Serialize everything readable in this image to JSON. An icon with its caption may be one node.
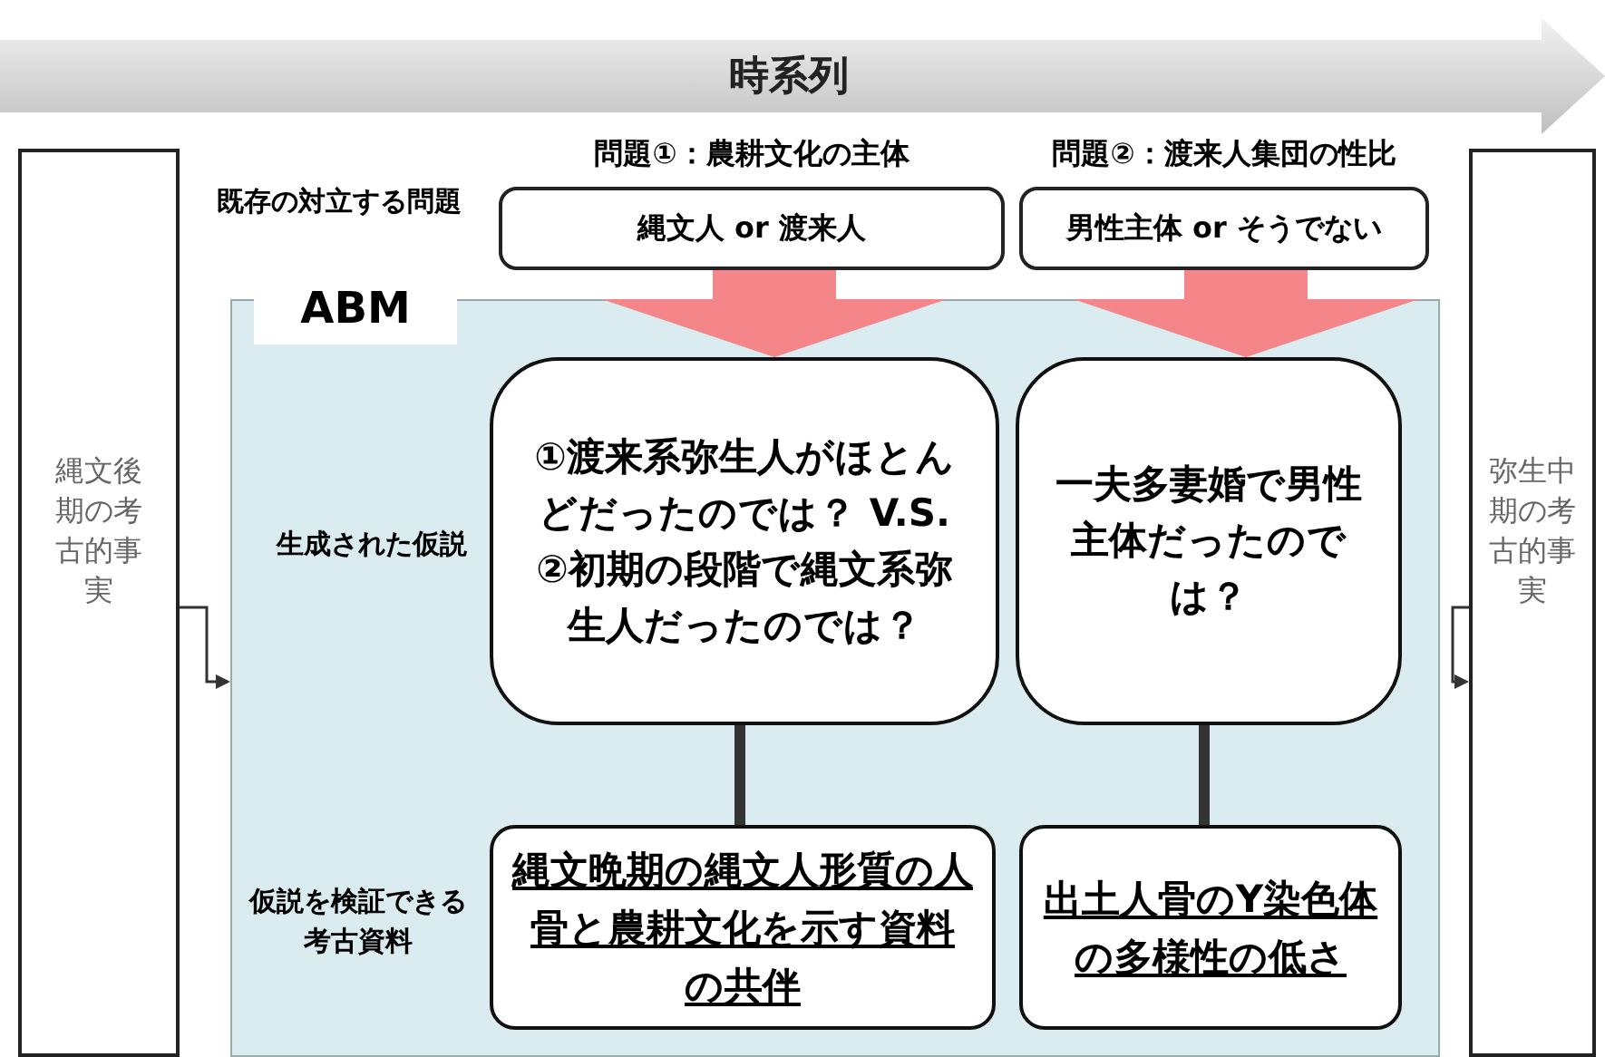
{
  "diagram": {
    "nodes": [
      {
        "text": [
          "時系列"
        ]
      },
      {
        "text": [
          "縄文後期の考古的事実"
        ]
      },
      {
        "text": [
          "弥生中期の考古的事実"
        ]
      },
      {
        "text": [
          "問題①：農耕文化の主体",
          "縄文人 or 渡来人"
        ]
      },
      {
        "text": [
          "問題②：渡来人集団の性比",
          "男性主体 or そうでない"
        ]
      },
      {
        "text": [
          "ABM"
        ]
      },
      {
        "text": [
          "①渡来系弥生人がほとんどだったのでは？ V.S. ②初期の段階で縄文系弥生人だったのでは？"
        ],
        "in": 5
      },
      {
        "text": [
          "一夫多妻婚で男性主体だったのでは？"
        ],
        "in": 5
      },
      {
        "text": [
          "縄文晩期の縄文人形質の人骨と農耕文化を示す資料の共伴"
        ],
        "in": 5
      },
      {
        "text": [
          "出土人骨のY染色体の多様性の低さ"
        ],
        "in": 5
      }
    ],
    "edges": [
      {
        "from": 3,
        "to": 6,
        "arrow": "to",
        "style": "thick",
        "color": "#f4868a"
      },
      {
        "from": 4,
        "to": 7,
        "arrow": "to",
        "style": "thick",
        "color": "#f4868a"
      },
      {
        "from": 6,
        "to": 8,
        "arrow": "none"
      },
      {
        "from": 7,
        "to": 9,
        "arrow": "none"
      },
      {
        "from": 1,
        "to": 5,
        "arrow": "to"
      },
      {
        "from": 2,
        "to": 5,
        "arrow": "to"
      }
    ],
    "labels": [
      "既存の対立する問題",
      "生成された仮説",
      "仮説を検証できる考古資料"
    ]
  }
}
